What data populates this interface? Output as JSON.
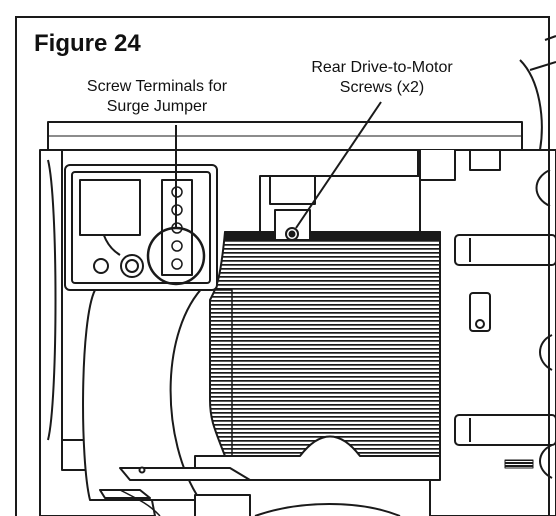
{
  "figure": {
    "title": "Figure 24",
    "callouts": [
      {
        "lines": [
          "Screw Terminals for",
          "Surge Jumper"
        ]
      },
      {
        "lines": [
          "Rear Drive-to-Motor",
          "Screws (x2)"
        ]
      }
    ]
  },
  "colors": {
    "line": "#1a1a1a",
    "fill": "#ffffff",
    "shade": "#d9d9d9"
  }
}
